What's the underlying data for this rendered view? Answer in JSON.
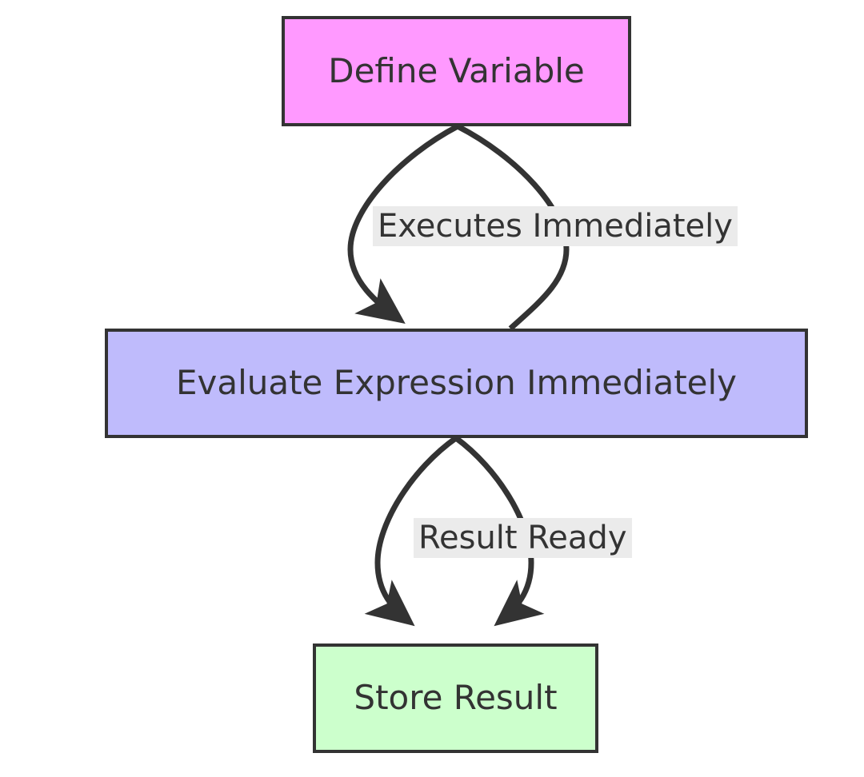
{
  "diagram": {
    "type": "flowchart",
    "direction": "top-down",
    "background_color": "#ffffff",
    "border_color": "#333333",
    "text_color": "#333333",
    "nodes": [
      {
        "id": "define-variable",
        "label": "Define Variable",
        "fill_color": "#ff99ff"
      },
      {
        "id": "evaluate-expression",
        "label": "Evaluate Expression Immediately",
        "fill_color": "#bfbbfc"
      },
      {
        "id": "store-result",
        "label": "Store Result",
        "fill_color": "#ccffcc"
      }
    ],
    "edges": [
      {
        "id": "edge-define-to-evaluate",
        "from": "define-variable",
        "to": "evaluate-expression",
        "label": "Executes Immediately",
        "label_background": "#ebebeb"
      },
      {
        "id": "edge-evaluate-to-store",
        "from": "evaluate-expression",
        "to": "store-result",
        "label": "Result Ready",
        "label_background": "#ebebeb"
      }
    ]
  }
}
